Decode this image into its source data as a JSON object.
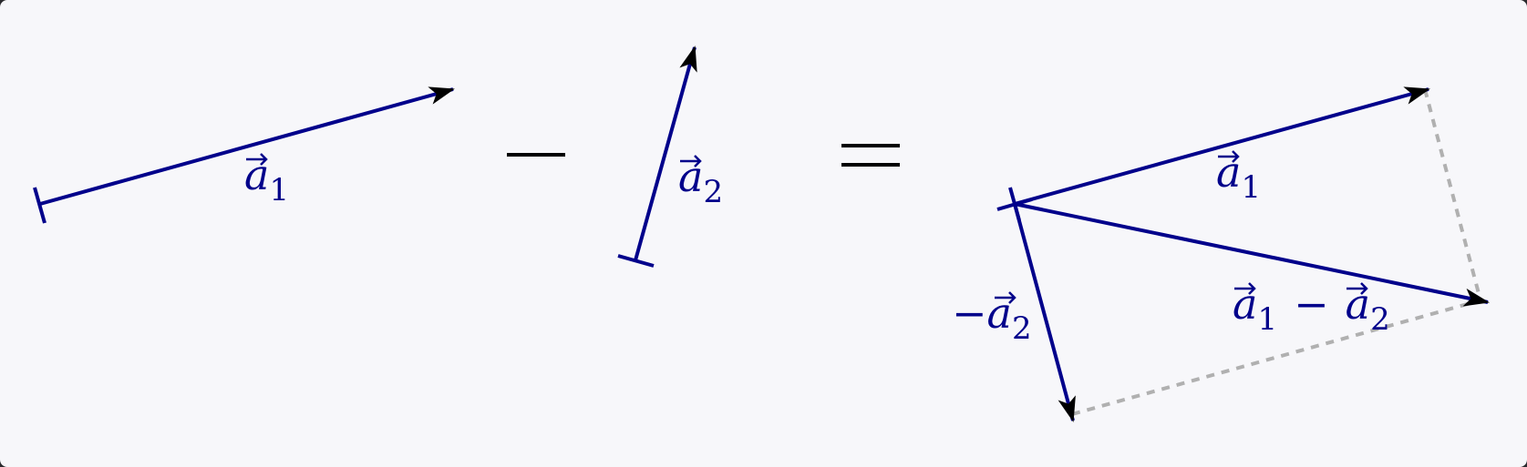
{
  "colors": {
    "vector": "#00008b",
    "arrowhead": "#000000",
    "guide": "#b0b0b0",
    "operator": "#000000",
    "background": "#f7f7fa"
  },
  "labels": {
    "a1": {
      "base": "a",
      "sub": "1"
    },
    "a2": {
      "base": "a",
      "sub": "2"
    },
    "neg_a2": {
      "prefix": "−",
      "base": "a",
      "sub": "2"
    },
    "diff": {
      "base1": "a",
      "sub1": "1",
      "op": "−",
      "base2": "a",
      "sub2": "2"
    }
  }
}
